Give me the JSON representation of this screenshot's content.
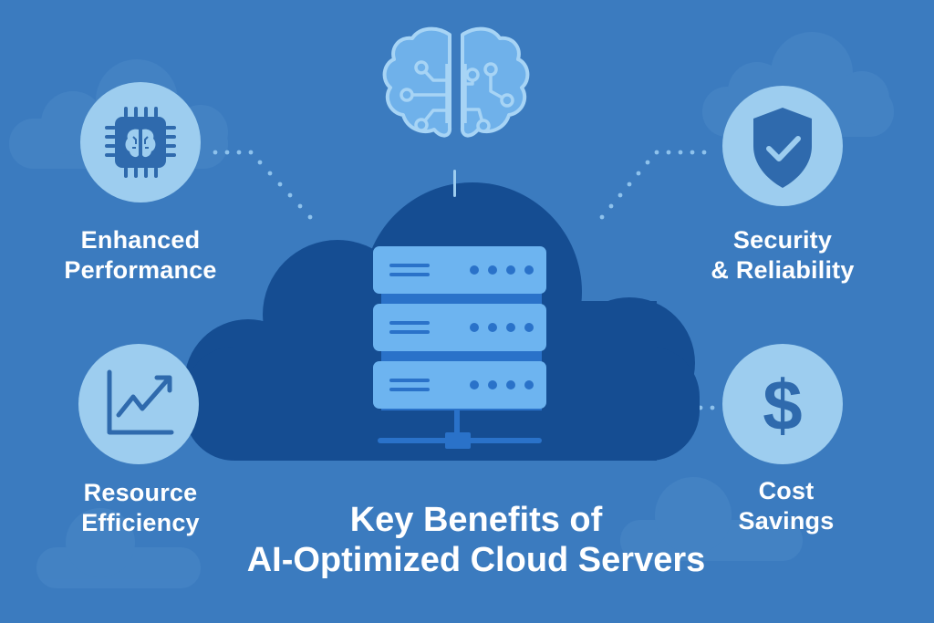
{
  "title": {
    "line1": "Key Benefits of",
    "line2": "AI-Optimized Cloud Servers"
  },
  "center": {
    "top_icon": "brain-circuit-icon",
    "main_icon": "server-rack-icon",
    "server_units": 3,
    "backdrop": "cloud-shape"
  },
  "benefits": [
    {
      "id": "enhanced-performance",
      "icon": "ai-chip-icon",
      "line1": "Enhanced",
      "line2": "Performance"
    },
    {
      "id": "security-reliability",
      "icon": "shield-check-icon",
      "line1": "Security",
      "line2": "& Reliability"
    },
    {
      "id": "resource-efficiency",
      "icon": "growth-chart-icon",
      "line1": "Resource",
      "line2": "Efficiency"
    },
    {
      "id": "cost-savings",
      "icon": "dollar-icon",
      "line1": "Cost",
      "line2": "Savings"
    }
  ],
  "colors": {
    "background": "#3b7bbf",
    "cloud_dark": "#154d92",
    "circle_light": "#9dcdef",
    "icon_dark": "#2f6aad",
    "server_light": "#6db4f0",
    "server_accent": "#2a72c9",
    "text": "#ffffff"
  }
}
